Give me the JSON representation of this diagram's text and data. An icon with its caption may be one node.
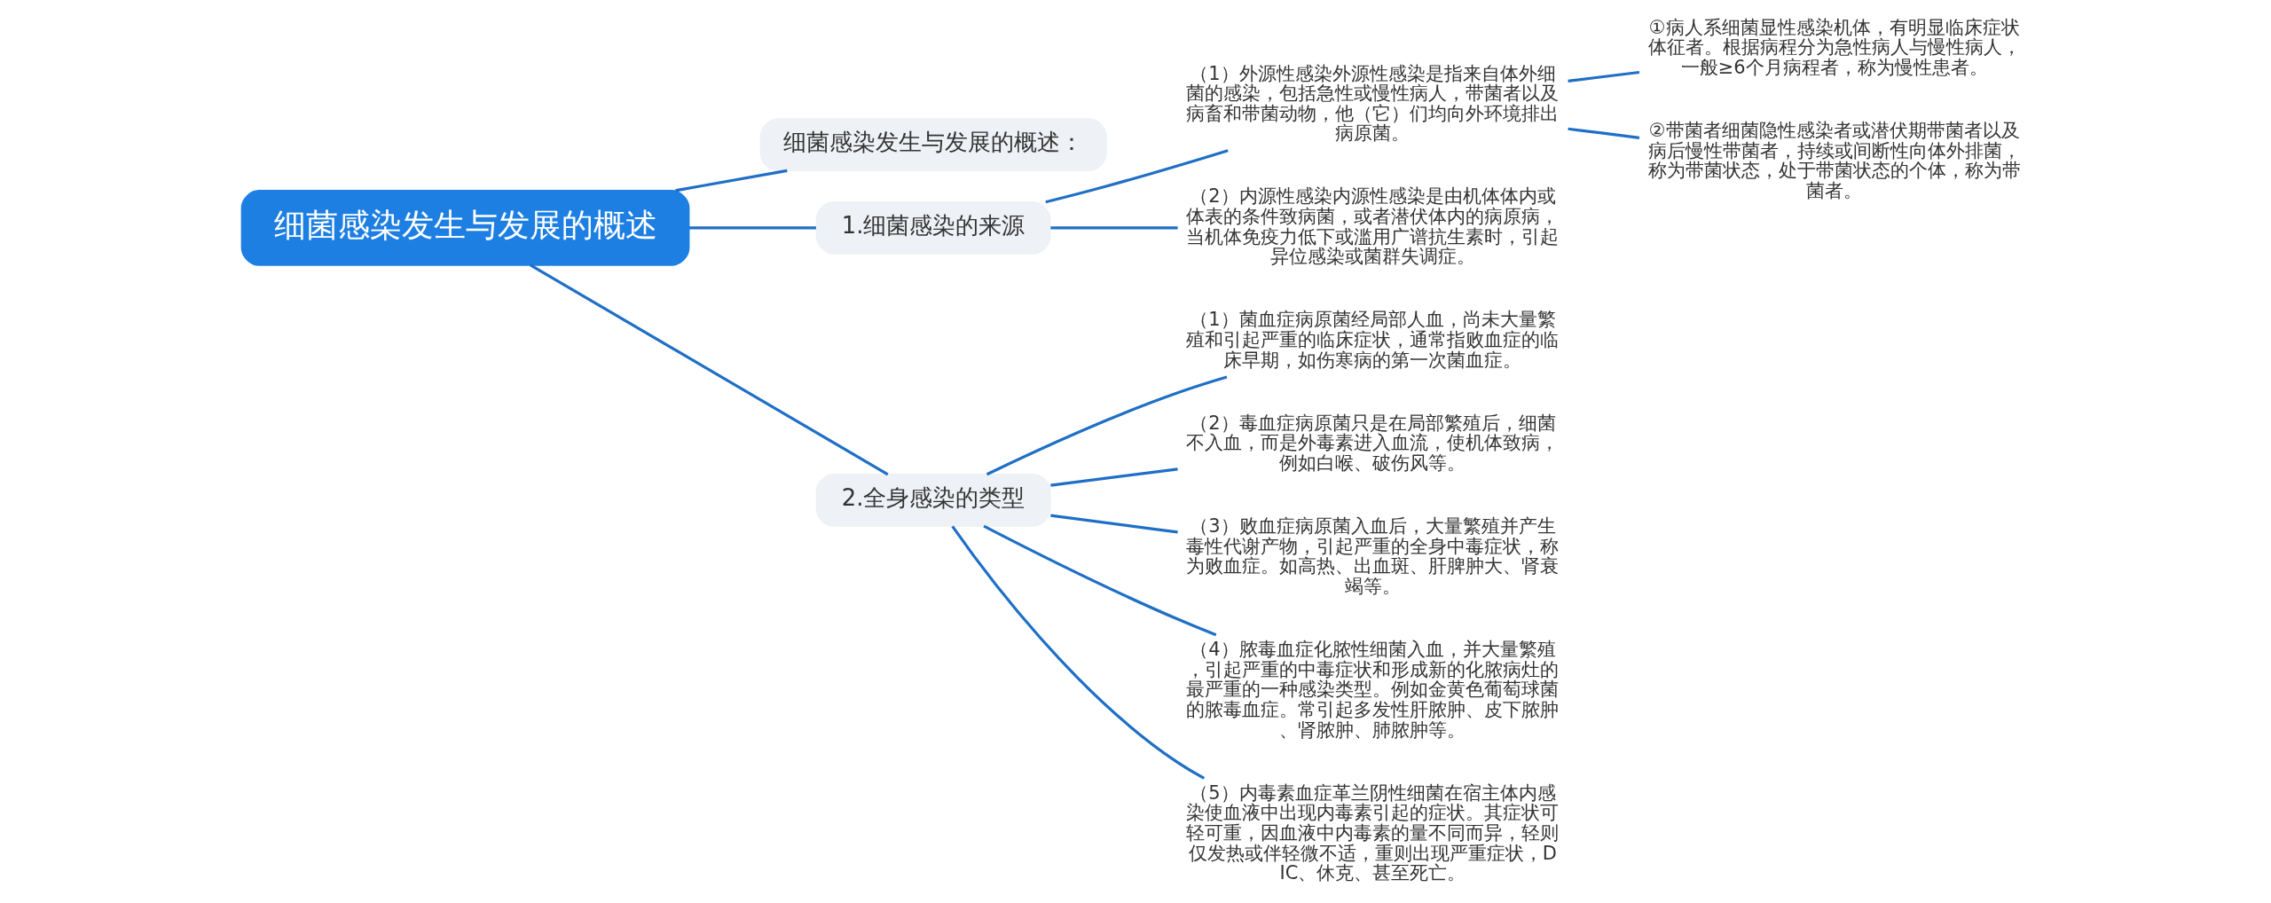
{
  "diagram": {
    "nodes": [
      {
        "text": [
          "细菌感染发生与发展的概述"
        ]
      },
      {
        "text": [
          "细菌感染发生与发展的概述："
        ]
      },
      {
        "text": [
          "1.细菌感染的来源"
        ]
      },
      {
        "text": [
          "（1）外源性感染外源性感染是指来自体外细菌的感染，包括急性或慢性病人，带菌者以及病畜和带菌动物，他（它）们均向外环境排出病原菌。"
        ]
      },
      {
        "text": [
          "①病人系细菌显性感染机体，有明显临床症状体征者。根据病程分为急性病人与慢性病人，一般≥6个月病程者，称为慢性患者。"
        ]
      },
      {
        "text": [
          "②带菌者细菌隐性感染者或潜伏期带菌者以及病后慢性带菌者，持续或间断性向体外排菌，称为带菌状态，处于带菌状态的个体，称为带菌者。"
        ]
      },
      {
        "text": [
          "（2）内源性感染内源性感染是由机体体内或体表的条件致病菌，或者潜伏体内的病原病，当机体免疫力低下或滥用广谱抗生素时，引起异位感染或菌群失调症。"
        ]
      },
      {
        "text": [
          "2.全身感染的类型"
        ]
      },
      {
        "text": [
          "（1）菌血症病原菌经局部人血，尚未大量繁殖和引起严重的临床症状，通常指败血症的临床早期，如伤寒病的第一次菌血症。"
        ]
      },
      {
        "text": [
          "（2）毒血症病原菌只是在局部繁殖后，细菌不入血，而是外毒素进入血流，使机体致病，例如白喉、破伤风等。"
        ]
      },
      {
        "text": [
          "（3）败血症病原菌入血后，大量繁殖并产生毒性代谢产物，引起严重的全身中毒症状，称为败血症。如高热、出血斑、肝脾肿大、肾衰竭等。"
        ]
      },
      {
        "text": [
          "（4）脓毒血症化脓性细菌入血，并大量繁殖，引起严重的中毒症状和形成新的化脓病灶的最严重的一种感染类型。例如金黄色葡萄球菌的脓毒血症。常引起多发性肝脓肿、皮下脓肿、肾脓肿、肺脓肿等。"
        ]
      },
      {
        "text": [
          "（5）内毒素血症革兰阴性细菌在宿主体内感染使血液中出现内毒素引起的症状。其症状可轻可重，因血液中内毒素的量不同而异，轻则仅发热或伴轻微不适，重则出现严重症状，DIC、休克、甚至死亡。"
        ]
      }
    ],
    "edges": [
      {
        "from": 0,
        "to": 1,
        "arrow": "none"
      },
      {
        "from": 0,
        "to": 2,
        "arrow": "none"
      },
      {
        "from": 2,
        "to": 3,
        "arrow": "none"
      },
      {
        "from": 3,
        "to": 4,
        "arrow": "none"
      },
      {
        "from": 3,
        "to": 5,
        "arrow": "none"
      },
      {
        "from": 2,
        "to": 6,
        "arrow": "none"
      },
      {
        "from": 0,
        "to": 7,
        "arrow": "none"
      },
      {
        "from": 7,
        "to": 8,
        "arrow": "none"
      },
      {
        "from": 7,
        "to": 9,
        "arrow": "none"
      },
      {
        "from": 7,
        "to": 10,
        "arrow": "none"
      },
      {
        "from": 7,
        "to": 11,
        "arrow": "none"
      },
      {
        "from": 7,
        "to": 12,
        "arrow": "none"
      }
    ]
  }
}
